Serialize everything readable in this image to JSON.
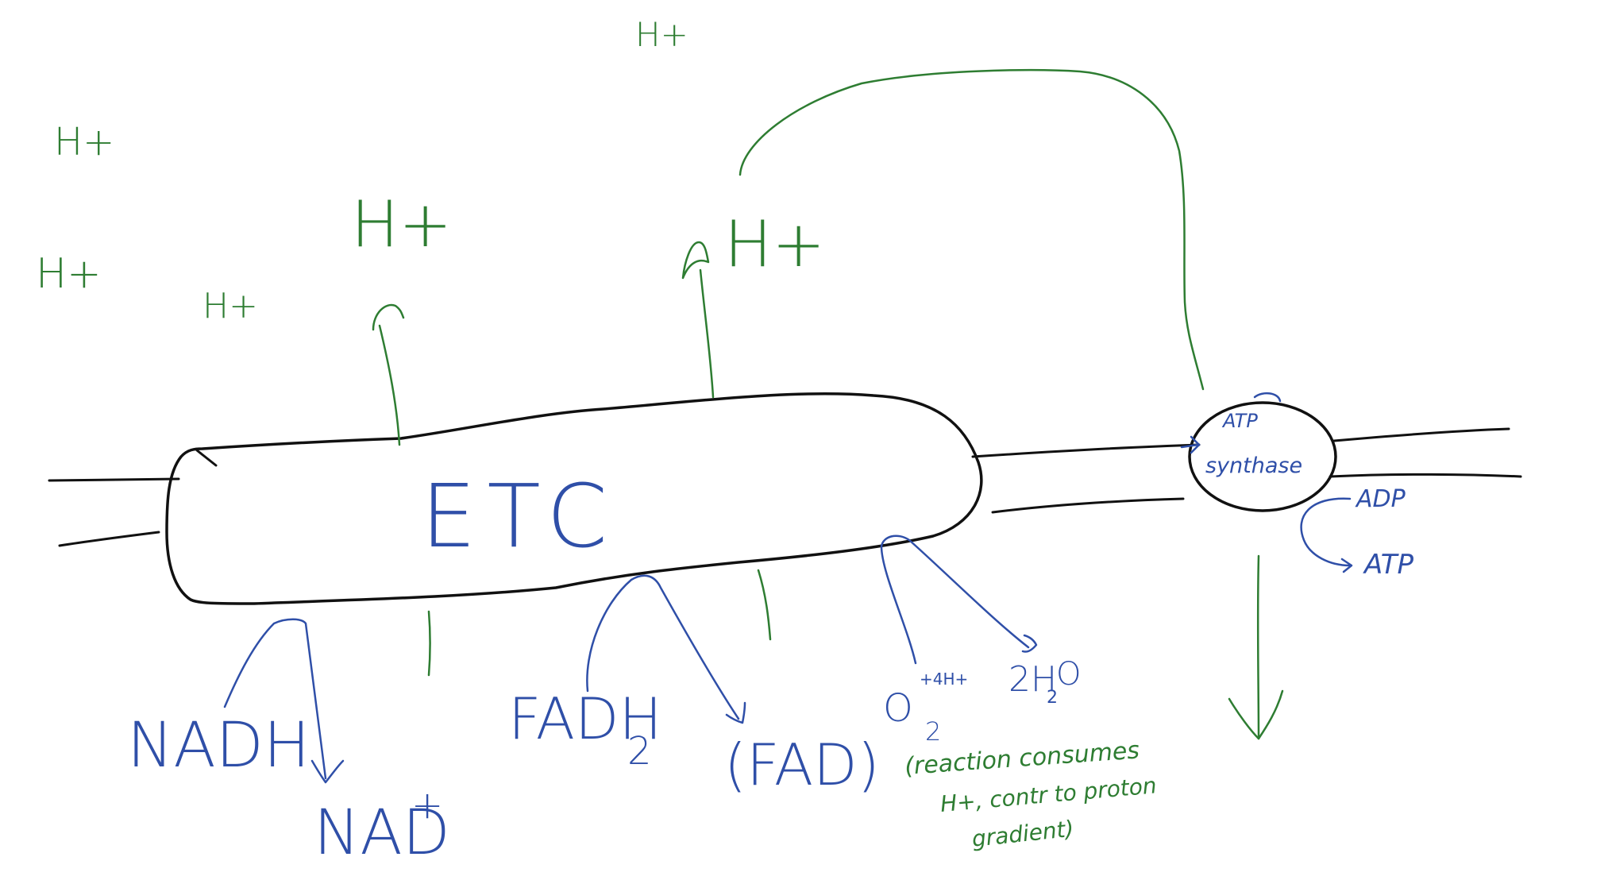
{
  "colors": {
    "membrane": "#111111",
    "protons": "#2e7d32",
    "molecules": "#2f4fa8"
  },
  "labels": {
    "etc": "ETC",
    "atp_synthase_top": "ATP",
    "atp_synthase_bottom": "synthase",
    "adp": "ADP",
    "atp": "ATP",
    "nadh": "NADH",
    "nad_plus": "NAD",
    "nad_plus_sup": "+",
    "fadh2": "FADH",
    "fadh2_sub": "2",
    "fad": "(FAD)",
    "oxygen": "O",
    "oxygen_sub": "2",
    "oxygen_sup": "+4H+",
    "water": "2H",
    "water_sub": "2",
    "water_o": "O",
    "reaction_note_line1": "(reaction consumes",
    "reaction_note_line2": "H+, contr to proton",
    "reaction_note_line3": "gradient)"
  },
  "protons": [
    {
      "id": "h-top-center",
      "text": "H+"
    },
    {
      "id": "h-left-1",
      "text": "H+"
    },
    {
      "id": "h-left-2",
      "text": "H+"
    },
    {
      "id": "h-left-3",
      "text": "H+"
    },
    {
      "id": "h-etc-1",
      "text": "H+"
    },
    {
      "id": "h-etc-2",
      "text": "H+"
    }
  ]
}
